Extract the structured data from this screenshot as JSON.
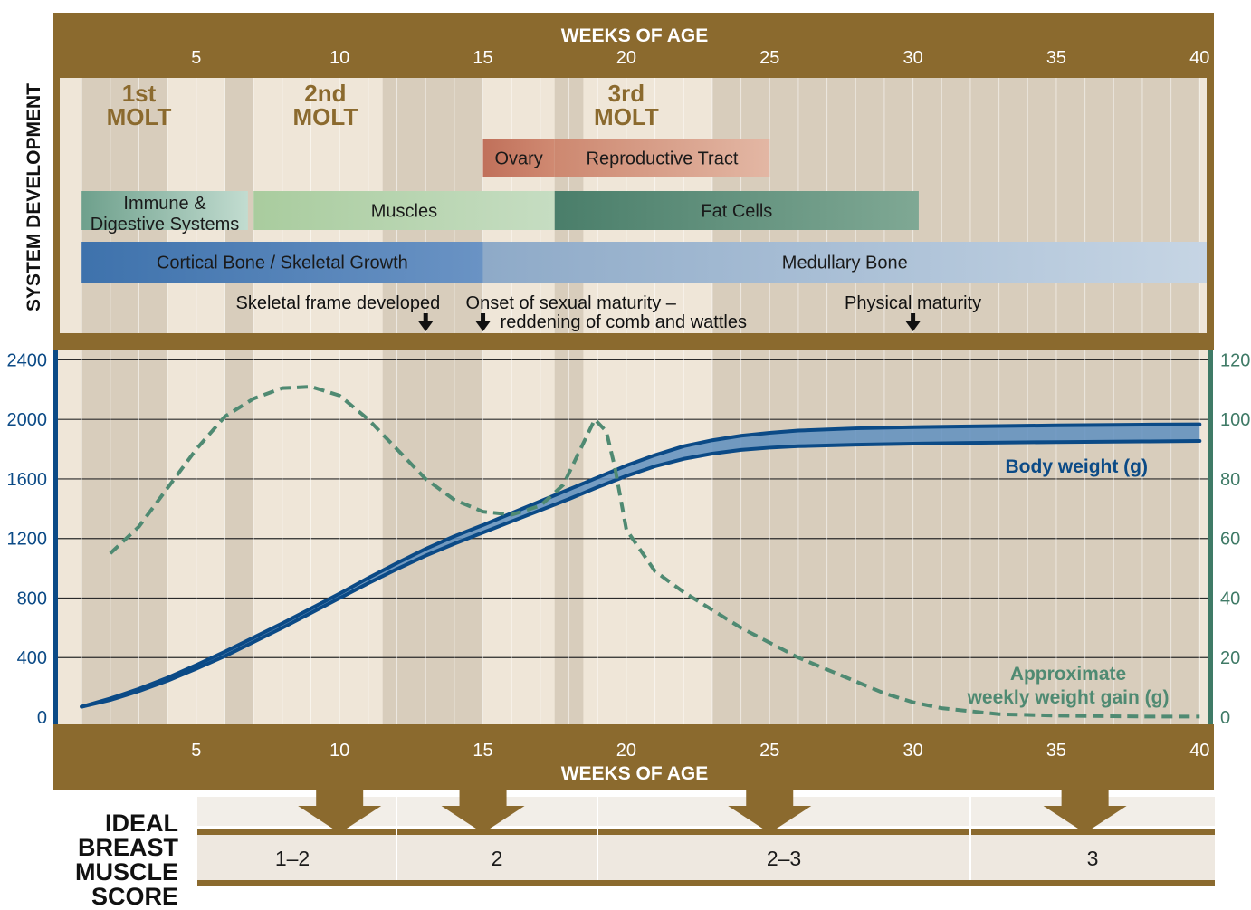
{
  "chart_data": {
    "type": "line",
    "x_axis": {
      "title": "WEEKS OF AGE",
      "range": [
        1,
        40
      ],
      "ticks": [
        5,
        10,
        15,
        20,
        25,
        30,
        35,
        40
      ]
    },
    "left_axis": {
      "range": [
        0,
        2400
      ],
      "ticks": [
        0,
        400,
        800,
        1200,
        1600,
        2000,
        2400
      ]
    },
    "right_axis": {
      "range": [
        0,
        120
      ],
      "ticks": [
        0,
        20,
        40,
        60,
        80,
        100,
        120
      ]
    },
    "side_title": "SYSTEM DEVELOPMENT",
    "molts": [
      {
        "line1": "1st",
        "line2": "MOLT",
        "week": 3
      },
      {
        "line1": "2nd",
        "line2": "MOLT",
        "week": 9.5
      },
      {
        "line1": "3rd",
        "line2": "MOLT",
        "week": 20
      }
    ],
    "shaded_week_ranges": [
      [
        1,
        4
      ],
      [
        6,
        7
      ],
      [
        11.5,
        15
      ],
      [
        17.5,
        18.5
      ],
      [
        23,
        40
      ]
    ],
    "development_bands": [
      {
        "label": "Ovary",
        "start": 15,
        "end": 17.5,
        "row": 1,
        "color_start": "#c0705a",
        "color_end": "#d08a72"
      },
      {
        "label": "Reproductive Tract",
        "start": 17.5,
        "end": 25,
        "row": 1,
        "color_start": "#cd8870",
        "color_end": "#e3b7a4"
      },
      {
        "label": "Immune & Digestive Systems",
        "label_lines": [
          "Immune &",
          "Digestive Systems"
        ],
        "start": 1,
        "end": 6.8,
        "row": 2,
        "color_start": "#6ea08c",
        "color_end": "#c2dcd0"
      },
      {
        "label": "Muscles",
        "start": 7,
        "end": 17.5,
        "row": 2,
        "color_start": "#a9cc9e",
        "color_end": "#c6ddc2"
      },
      {
        "label": "Fat Cells",
        "start": 17.5,
        "end": 30.2,
        "row": 2,
        "color_start": "#4a7e6a",
        "color_end": "#7fa894"
      },
      {
        "label": "Cortical Bone / Skeletal Growth",
        "start": 1,
        "end": 15,
        "row": 3,
        "color_start": "#3e72ac",
        "color_end": "#6a93c4"
      },
      {
        "label": "Medullary Bone",
        "start": 15,
        "end": 41,
        "row": 3,
        "color_start": "#8eaac8",
        "color_end": "#c6d5e4"
      }
    ],
    "annotations": [
      {
        "text": "Skeletal frame developed",
        "week": 13
      },
      {
        "text_lines": [
          "Onset of sexual maturity –",
          "reddening of comb and wattles"
        ],
        "text": "Onset of sexual maturity – reddening of comb and wattles",
        "week": 15
      },
      {
        "text": "Physical maturity",
        "week": 30
      }
    ],
    "series": [
      {
        "name": "Body weight (g)",
        "axis": "left",
        "type": "band",
        "x": [
          1,
          2,
          3,
          4,
          5,
          6,
          7,
          8,
          9,
          10,
          11,
          12,
          13,
          14,
          15,
          16,
          17,
          18,
          19,
          20,
          21,
          22,
          23,
          24,
          25,
          26,
          28,
          30,
          32,
          35,
          38,
          40
        ],
        "upper": [
          70,
          125,
          190,
          265,
          350,
          440,
          535,
          630,
          730,
          830,
          935,
          1035,
          1130,
          1215,
          1290,
          1370,
          1450,
          1530,
          1610,
          1690,
          1760,
          1820,
          1860,
          1890,
          1910,
          1925,
          1940,
          1948,
          1953,
          1960,
          1965,
          1967
        ],
        "lower": [
          70,
          115,
          175,
          245,
          325,
          410,
          505,
          600,
          700,
          800,
          900,
          995,
          1085,
          1165,
          1240,
          1315,
          1390,
          1465,
          1545,
          1620,
          1685,
          1735,
          1770,
          1795,
          1810,
          1820,
          1830,
          1837,
          1842,
          1848,
          1852,
          1855
        ]
      },
      {
        "name": "Approximate weekly weight gain (g)",
        "axis": "right",
        "type": "dashed-line",
        "x": [
          2,
          3,
          4,
          5,
          6,
          7,
          8,
          9,
          10,
          11,
          12,
          13,
          14,
          15,
          16,
          17,
          17.8,
          18.5,
          18.9,
          19.3,
          19.6,
          20,
          21,
          22,
          23,
          24,
          25,
          26,
          27,
          28,
          29,
          30,
          31,
          32,
          33,
          35,
          38,
          40
        ],
        "y": [
          55,
          64,
          77,
          90,
          101,
          107,
          110.5,
          111,
          108,
          100,
          90,
          80,
          73,
          69,
          68,
          71,
          78,
          92,
          100,
          96,
          84,
          63,
          49,
          42,
          36,
          30,
          25,
          20,
          16,
          12,
          8,
          5,
          3,
          2,
          1,
          0.5,
          0.2,
          0.2
        ]
      }
    ],
    "breast_muscle_score": {
      "title_lines": [
        "IDEAL",
        "BREAST",
        "MUSCLE",
        "SCORE"
      ],
      "arrow_weeks": [
        10,
        15,
        25,
        36
      ],
      "segments": [
        {
          "label": "1–2"
        },
        {
          "label": "2"
        },
        {
          "label": "2–3"
        },
        {
          "label": "3"
        }
      ]
    },
    "colors": {
      "frame_brown": "#8b6a2e",
      "panel_light": "#efe6d8",
      "panel_shade": "#d8cdbc",
      "body_weight": "#0b4a86",
      "weight_gain": "#4f8a72"
    }
  }
}
